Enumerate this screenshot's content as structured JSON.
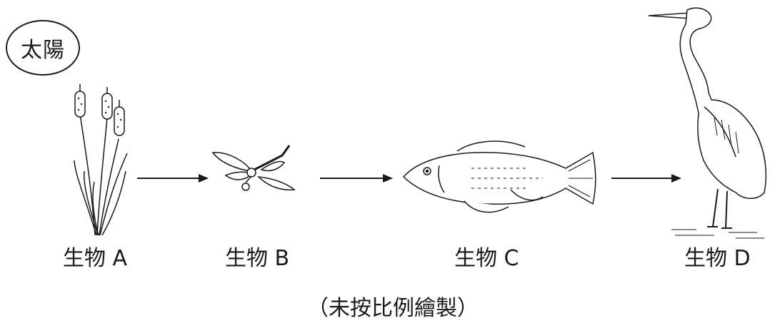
{
  "sun": {
    "label": "太陽"
  },
  "organisms": [
    {
      "name": "cattail",
      "label": "生物 A"
    },
    {
      "name": "dragonfly",
      "label": "生物 B"
    },
    {
      "name": "fish",
      "label": "生物 C"
    },
    {
      "name": "heron",
      "label": "生物 D"
    }
  ],
  "caption": "（未按比例繪製）",
  "colors": {
    "ink": "#1a1a1a",
    "background": "#ffffff"
  }
}
